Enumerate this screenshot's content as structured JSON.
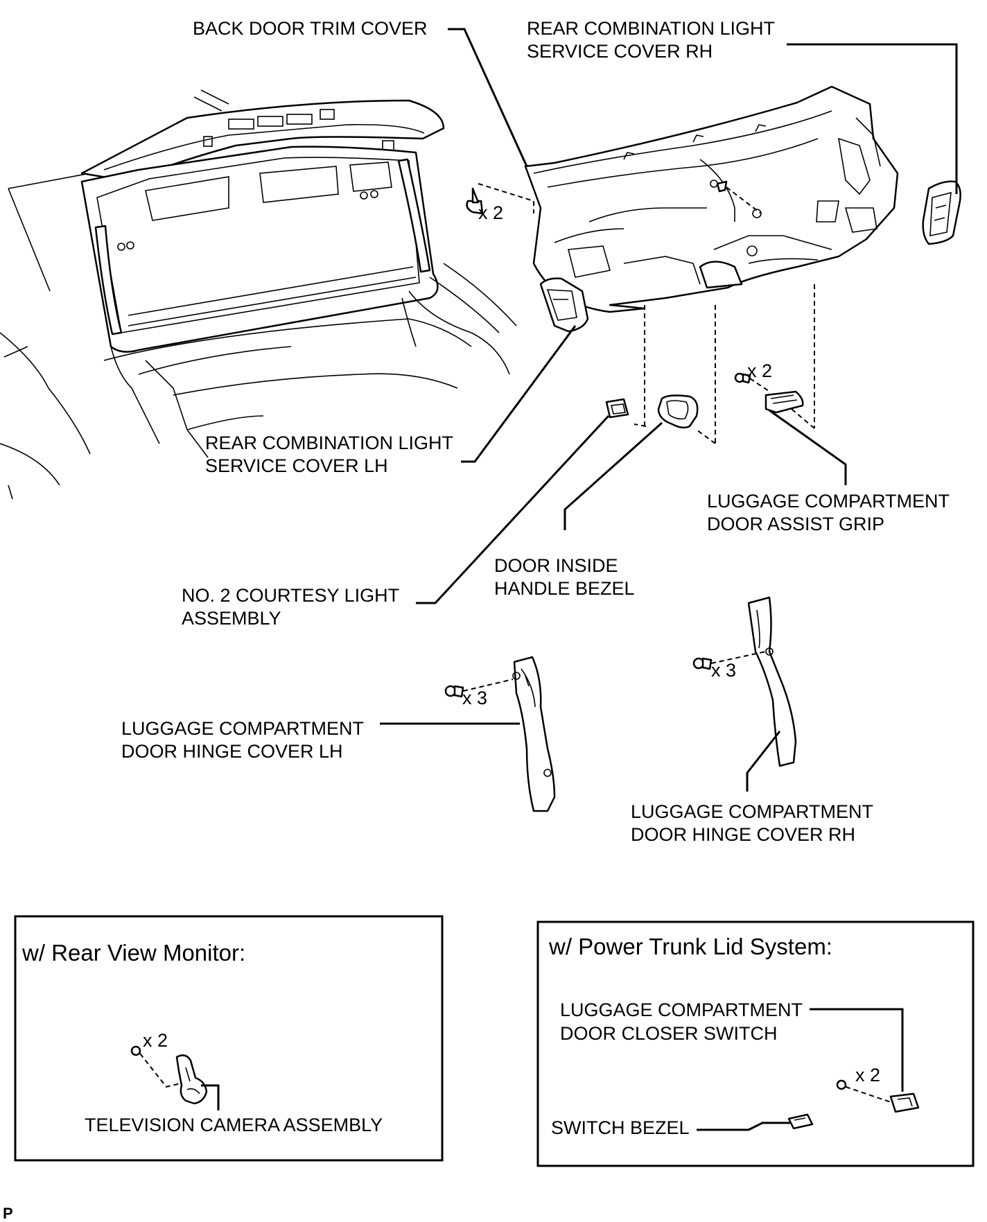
{
  "labels": {
    "back_door_trim_cover": "BACK DOOR TRIM COVER",
    "rear_light_cover_rh": [
      "REAR COMBINATION LIGHT",
      "SERVICE COVER RH"
    ],
    "rear_light_cover_lh": [
      "REAR COMBINATION LIGHT",
      "SERVICE COVER LH"
    ],
    "assist_grip": [
      "LUGGAGE COMPARTMENT",
      "DOOR ASSIST GRIP"
    ],
    "inside_handle_bezel": [
      "DOOR INSIDE",
      "HANDLE BEZEL"
    ],
    "courtesy_light": [
      "NO. 2 COURTESY LIGHT",
      "ASSEMBLY"
    ],
    "hinge_cover_lh": [
      "LUGGAGE COMPARTMENT",
      "DOOR HINGE COVER LH"
    ],
    "hinge_cover_rh": [
      "LUGGAGE COMPARTMENT",
      "DOOR HINGE COVER RH"
    ]
  },
  "quantities": {
    "trim_clips": "x 2",
    "grip_clips": "x 2",
    "hinge_lh_clips": "x 3",
    "hinge_rh_clips": "x 3"
  },
  "rear_view_monitor_panel": {
    "title": "w/ Rear View Monitor:",
    "quantity": "x 2",
    "camera_label": "TELEVISION CAMERA ASSEMBLY"
  },
  "power_trunk_panel": {
    "title": "w/ Power Trunk Lid System:",
    "quantity": "x 2",
    "closer_switch_label": [
      "LUGGAGE COMPARTMENT",
      "DOOR CLOSER SWITCH"
    ],
    "switch_bezel_label": "SWITCH BEZEL"
  },
  "corner_mark": "P"
}
